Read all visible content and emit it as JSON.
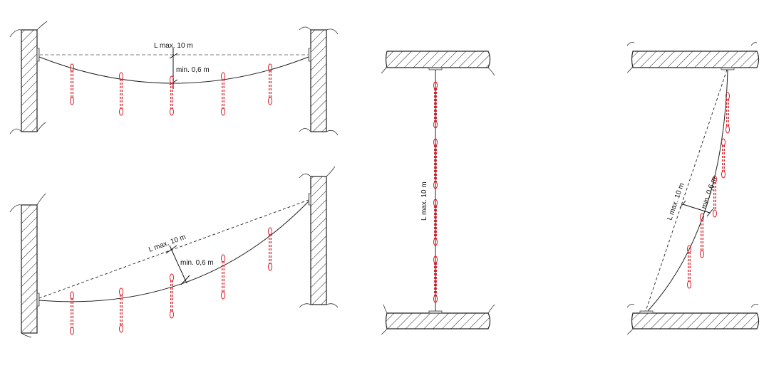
{
  "diagram": {
    "panels": [
      {
        "id": "horizontal-level",
        "length_label": "L max. 10 m",
        "sag_label": "min. 0,6 m"
      },
      {
        "id": "horizontal-inclined",
        "length_label": "L max. 10 m",
        "sag_label": "min. 0,6 m"
      },
      {
        "id": "vertical",
        "length_label": "L max. 10 m"
      },
      {
        "id": "diagonal",
        "length_label": "L max. 10 m",
        "sag_label": "min. 0,6 m"
      }
    ],
    "colors": {
      "hanger": "#d9202a",
      "line": "#222222"
    }
  }
}
